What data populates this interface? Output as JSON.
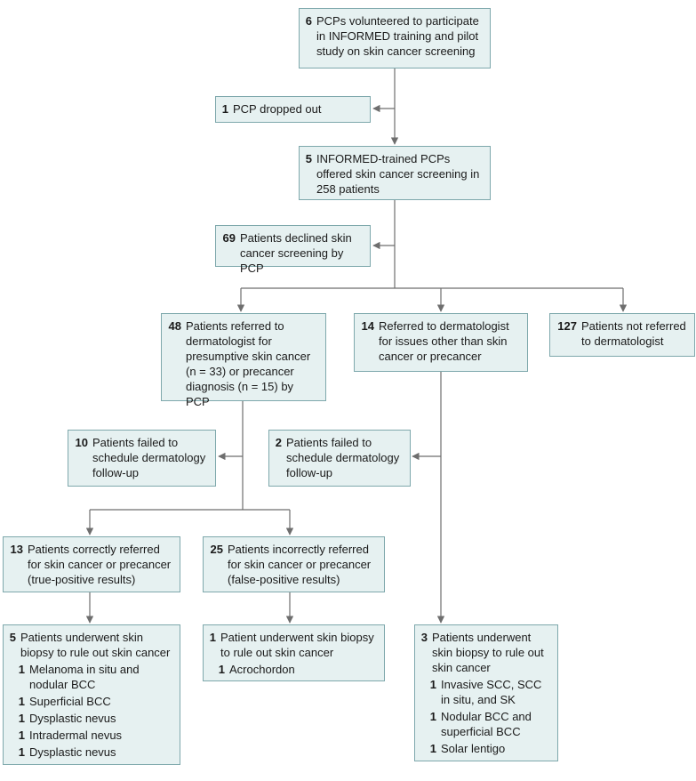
{
  "boxes": {
    "volunteer": {
      "num": "6",
      "text": "PCPs volunteered to participate in INFORMED training and pilot study on skin cancer screening"
    },
    "dropped": {
      "num": "1",
      "text": "PCP dropped out"
    },
    "trained": {
      "num": "5",
      "text": "INFORMED-trained PCPs offered skin cancer screening in 258 patients"
    },
    "declined": {
      "num": "69",
      "text": "Patients declined skin cancer screening by PCP"
    },
    "referred": {
      "num": "48",
      "text": "Patients referred to dermatologist for presumptive skin cancer (n = 33) or precancer diagnosis (n = 15) by PCP"
    },
    "other_issues": {
      "num": "14",
      "text": "Referred to dermatologist for issues other than skin cancer or precancer"
    },
    "not_referred": {
      "num": "127",
      "text": "Patients not referred to dermatologist"
    },
    "failed_left": {
      "num": "10",
      "text": "Patients failed to schedule dermatology follow-up"
    },
    "failed_right": {
      "num": "2",
      "text": "Patients failed to schedule dermatology follow-up"
    },
    "correct": {
      "num": "13",
      "text": "Patients correctly referred for skin cancer or precancer (true-positive results)"
    },
    "incorrect": {
      "num": "25",
      "text": "Patients incorrectly referred for skin cancer or precancer (false-positive results)"
    },
    "biopsy_left": {
      "num": "5",
      "text": "Patients underwent skin biopsy to rule out skin cancer",
      "items": [
        {
          "num": "1",
          "text": "Melanoma in situ and nodular BCC"
        },
        {
          "num": "1",
          "text": "Superficial BCC"
        },
        {
          "num": "1",
          "text": "Dysplastic nevus"
        },
        {
          "num": "1",
          "text": "Intradermal nevus"
        },
        {
          "num": "1",
          "text": "Dysplastic nevus"
        }
      ]
    },
    "biopsy_mid": {
      "num": "1",
      "text": "Patient underwent skin biopsy to rule out skin cancer",
      "items": [
        {
          "num": "1",
          "text": "Acrochordon"
        }
      ]
    },
    "biopsy_right": {
      "num": "3",
      "text": "Patients underwent skin biopsy to rule out skin cancer",
      "items": [
        {
          "num": "1",
          "text": "Invasive SCC, SCC in situ, and SK"
        },
        {
          "num": "1",
          "text": "Nodular BCC and superficial BCC"
        },
        {
          "num": "1",
          "text": "Solar lentigo"
        }
      ]
    }
  },
  "colors": {
    "box_fill": "#e6f1f1",
    "box_border": "#7ea8ac",
    "connector": "#6e6e6e"
  }
}
